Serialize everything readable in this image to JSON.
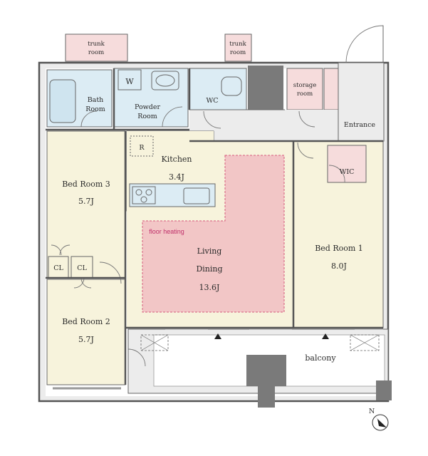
{
  "rooms": {
    "trunk_left": "trunk\nroom",
    "trunk_right": "trunk\nroom",
    "bath": "Bath\nRoom",
    "w": "W",
    "powder": "Powder\nRoom",
    "wc": "WC",
    "storage": "storage\nroom",
    "entrance": "Entrance",
    "r": "R",
    "kitchen": "Kitchen",
    "kitchen_size": "3.4J",
    "wic": "WIC",
    "bed3": "Bed Room 3",
    "bed3_size": "5.7J",
    "floor_heating": "floor heating",
    "living": "Living",
    "dining": "Dining",
    "living_size": "13.6J",
    "bed1": "Bed Room 1",
    "bed1_size": "8.0J",
    "cl_left": "CL",
    "cl_right": "CL",
    "bed2": "Bed Room 2",
    "bed2_size": "5.7J",
    "balcony": "balcony",
    "north": "N"
  },
  "colors": {
    "bedroom_fill": "#f7f3dc",
    "wet_fill": "#dcecf4",
    "pink_fill": "#f6dcdc",
    "heating_fill": "#f2c6c6",
    "heating_border": "#d65a7c",
    "corridor_fill": "#ececec",
    "wall": "#555555",
    "column": "#7a7a7a"
  }
}
